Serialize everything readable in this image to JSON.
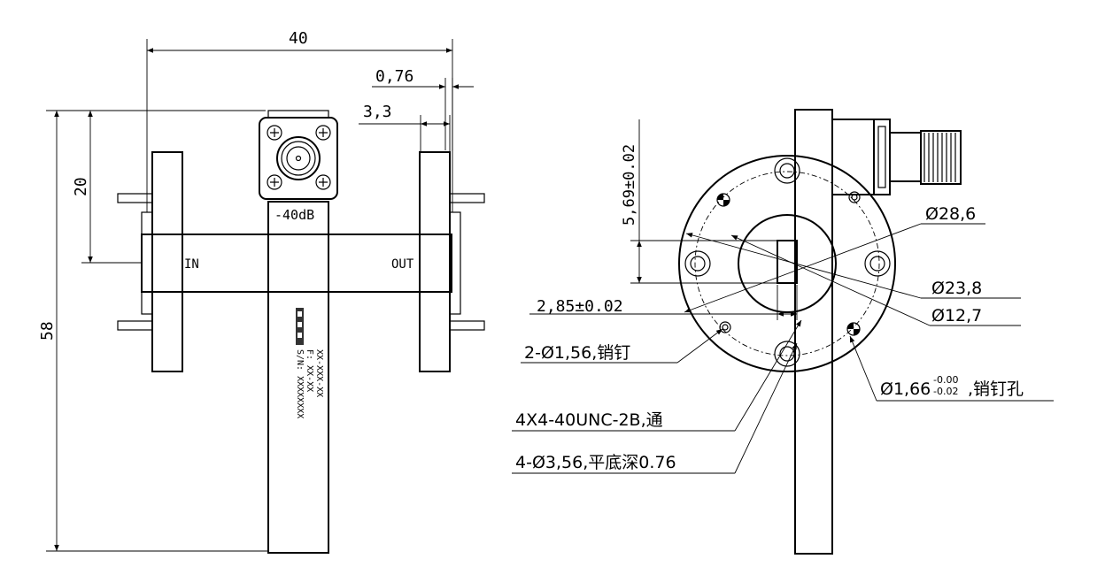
{
  "drawing": {
    "left_view": {
      "dim_40": "40",
      "dim_076": "0,76",
      "dim_33": "3,3",
      "dim_20": "20",
      "dim_58": "58",
      "coupling_label": "-40dB",
      "port_in": "IN",
      "port_out": "OUT",
      "body_label_lines": [
        "XX-XXX-XX",
        "F: XX-XX",
        "S/N: XXXXXXXX"
      ]
    },
    "right_view": {
      "dim_569": "5,69±0.02",
      "dim_285": "2,85±0.02",
      "dim_286": "Ø28,6",
      "dim_238": "Ø23,8",
      "dim_127": "Ø12,7",
      "callout_pins": "2-Ø1,56,销钉",
      "callout_pinhole_main": "Ø1,66",
      "callout_pinhole_tol_upper": "-0.00",
      "callout_pinhole_tol_lower": "-0.02",
      "callout_pinhole_suffix": ",销钉孔",
      "callout_thread": "4X4-40UNC-2B,通",
      "callout_counterbore": "4-Ø3,56,平底深0.76"
    }
  }
}
